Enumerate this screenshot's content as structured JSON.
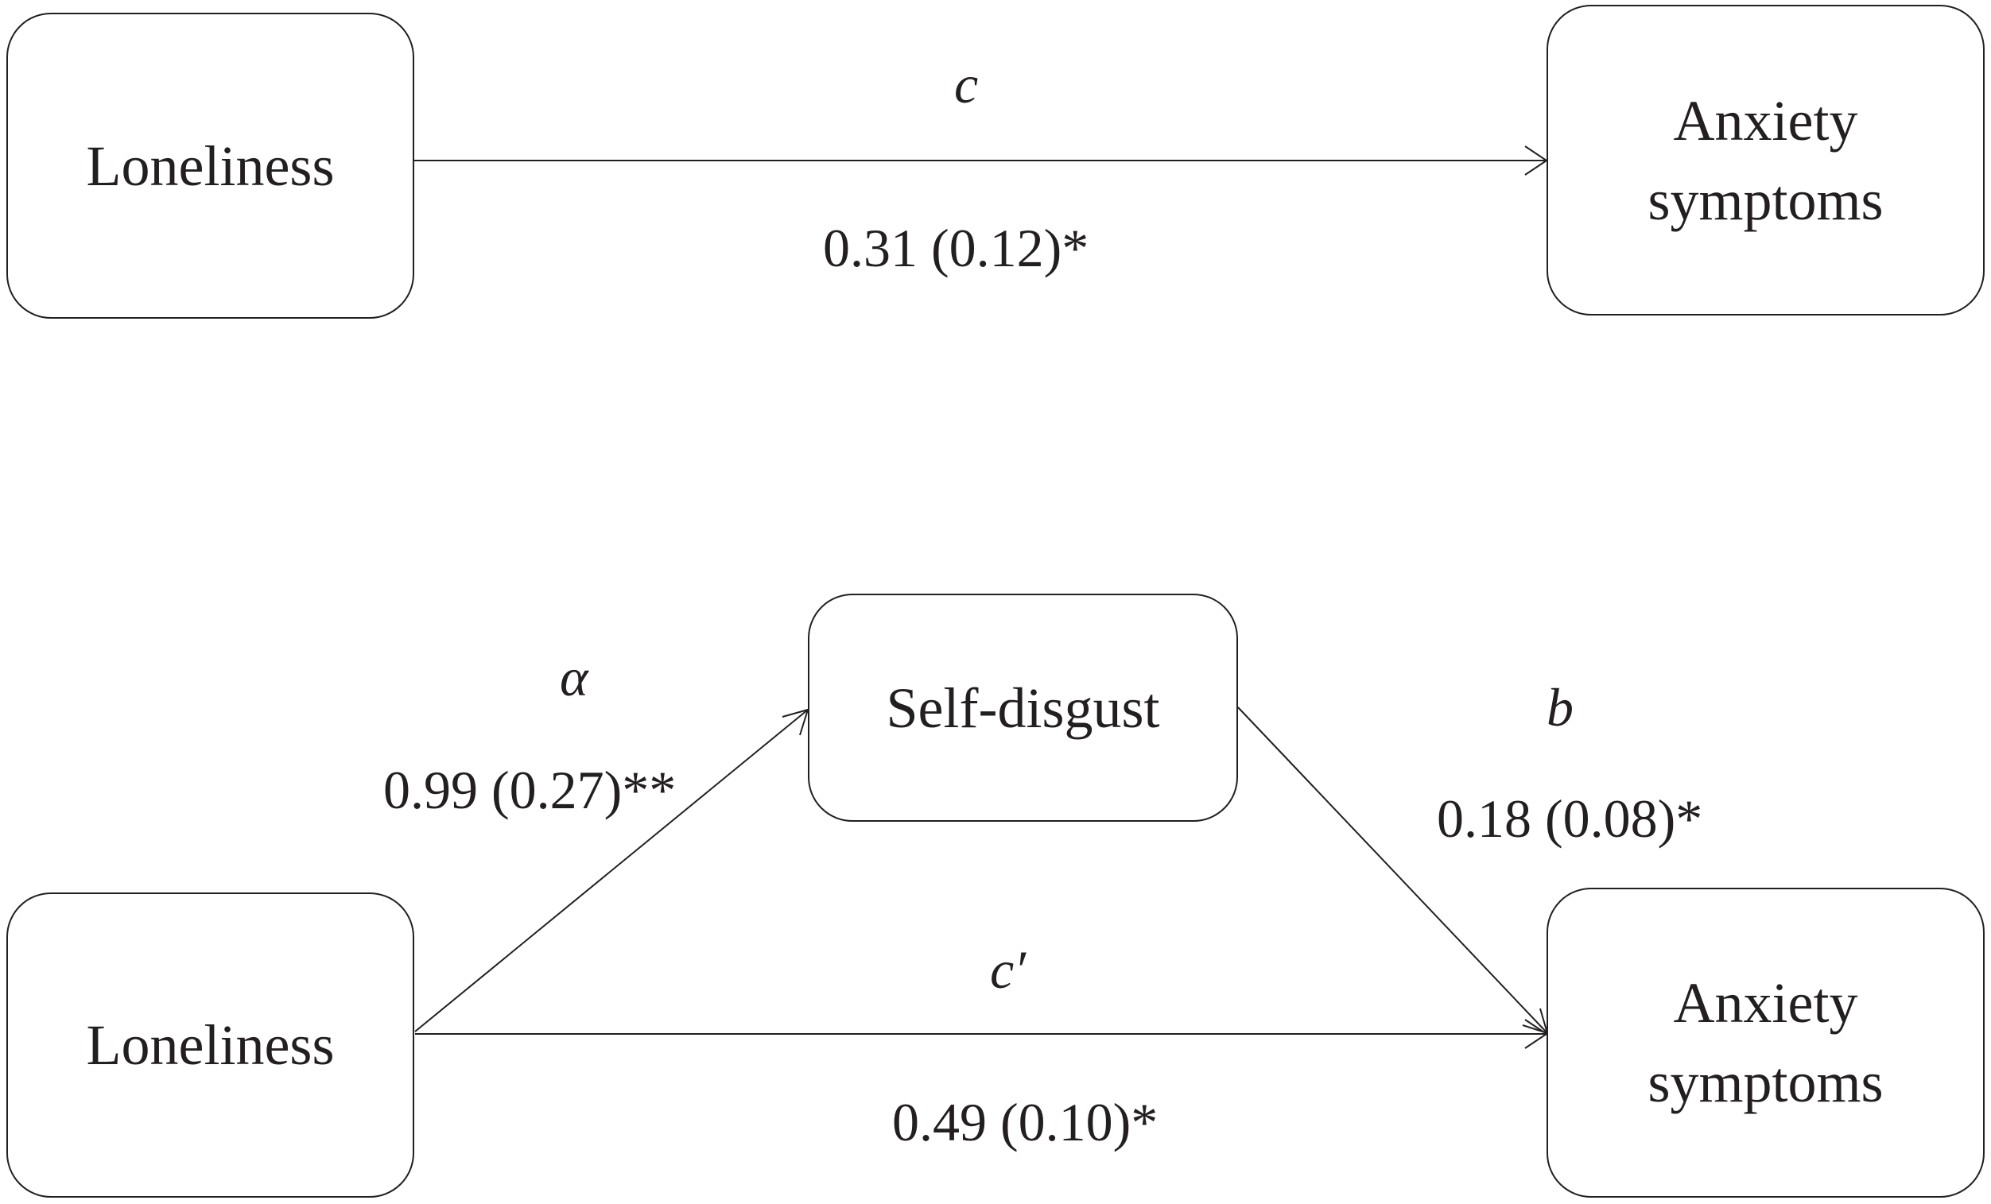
{
  "top_model": {
    "predictor": "Loneliness",
    "outcome_line1": "Anxiety",
    "outcome_line2": "symptoms",
    "path_c": {
      "label": "c",
      "estimate": "0.31 (0.12)*"
    }
  },
  "bottom_model": {
    "predictor": "Loneliness",
    "mediator": "Self-disgust",
    "outcome_line1": "Anxiety",
    "outcome_line2": "symptoms",
    "path_a": {
      "label": "α",
      "estimate": "0.99 (0.27)**"
    },
    "path_b": {
      "label": "b",
      "estimate": "0.18 (0.08)*"
    },
    "path_c_prime": {
      "label": "c′",
      "estimate": "0.49 (0.10)*"
    }
  },
  "colors": {
    "line": "#231f20",
    "background": "#ffffff"
  }
}
